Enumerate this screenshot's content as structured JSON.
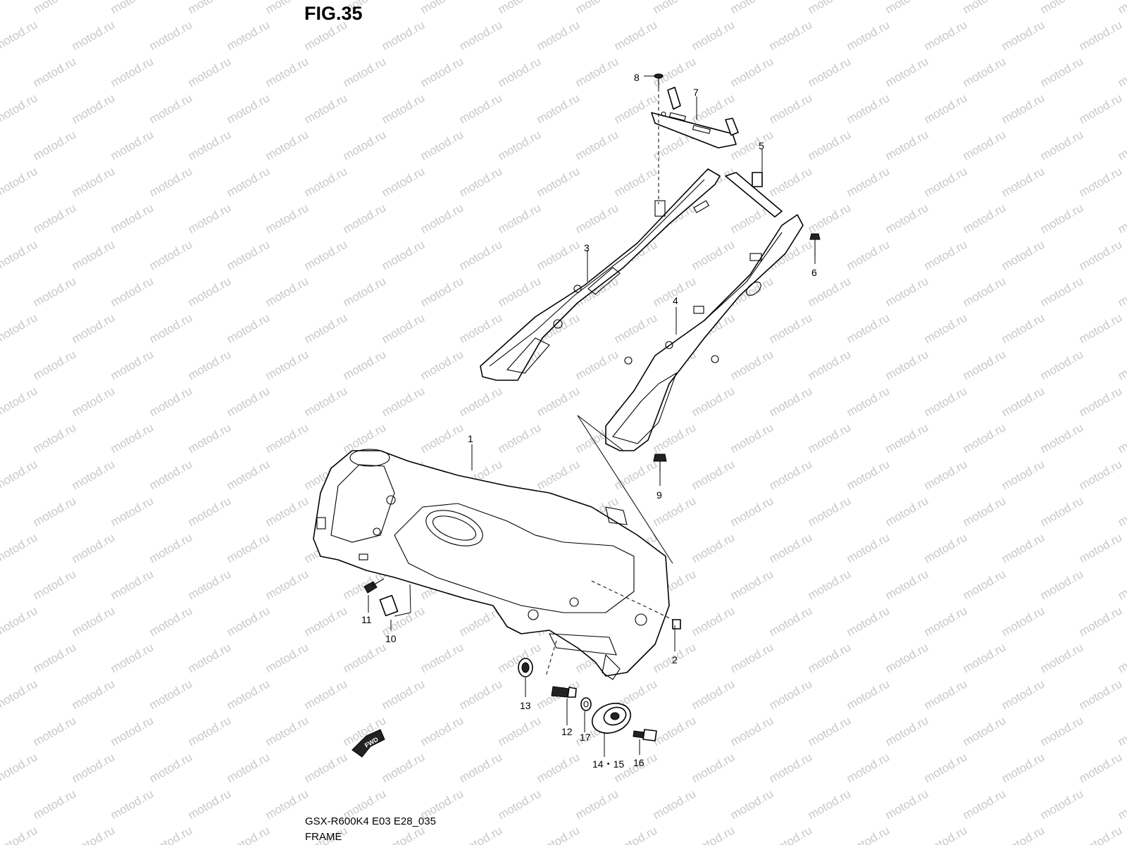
{
  "figure": {
    "title": "FIG.35",
    "model_code": "GSX-R600K4 E03 E28_035",
    "section_name": "FRAME",
    "watermark_text": "motod.ru",
    "fwd_label": "FWD"
  },
  "callouts": [
    {
      "id": "p1",
      "label": "1"
    },
    {
      "id": "p2",
      "label": "2"
    },
    {
      "id": "p3",
      "label": "3"
    },
    {
      "id": "p4",
      "label": "4"
    },
    {
      "id": "p5",
      "label": "5"
    },
    {
      "id": "p6",
      "label": "6"
    },
    {
      "id": "p7",
      "label": "7"
    },
    {
      "id": "p8",
      "label": "8"
    },
    {
      "id": "p9",
      "label": "9"
    },
    {
      "id": "p10",
      "label": "10"
    },
    {
      "id": "p11",
      "label": "11"
    },
    {
      "id": "p12",
      "label": "12"
    },
    {
      "id": "p13",
      "label": "13"
    },
    {
      "id": "p14_15",
      "label": "14・15"
    },
    {
      "id": "p16",
      "label": "16"
    },
    {
      "id": "p17",
      "label": "17"
    }
  ],
  "colors": {
    "line": "#000000",
    "watermark": "#c8c8c8",
    "background": "#ffffff"
  }
}
